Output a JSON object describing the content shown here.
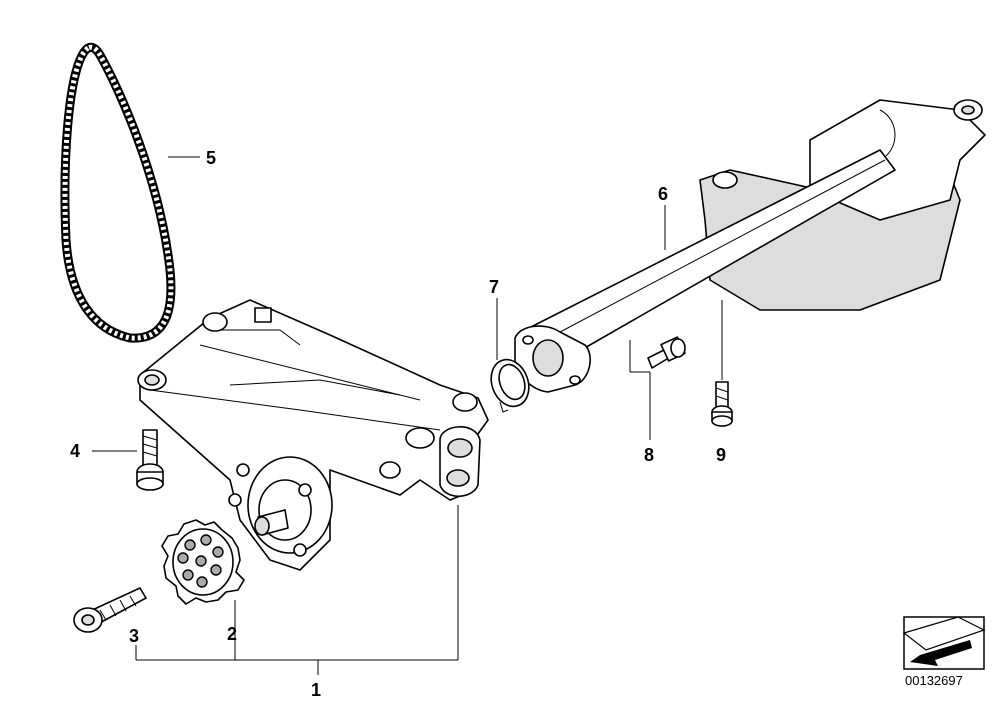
{
  "callouts": [
    {
      "id": "1",
      "label": "1"
    },
    {
      "id": "2",
      "label": "2"
    },
    {
      "id": "3",
      "label": "3"
    },
    {
      "id": "4",
      "label": "4"
    },
    {
      "id": "5",
      "label": "5"
    },
    {
      "id": "6",
      "label": "6"
    },
    {
      "id": "7",
      "label": "7"
    },
    {
      "id": "8",
      "label": "8"
    },
    {
      "id": "9",
      "label": "9"
    }
  ],
  "reference_number": "00132697",
  "icon": "arrow-badge-icon"
}
